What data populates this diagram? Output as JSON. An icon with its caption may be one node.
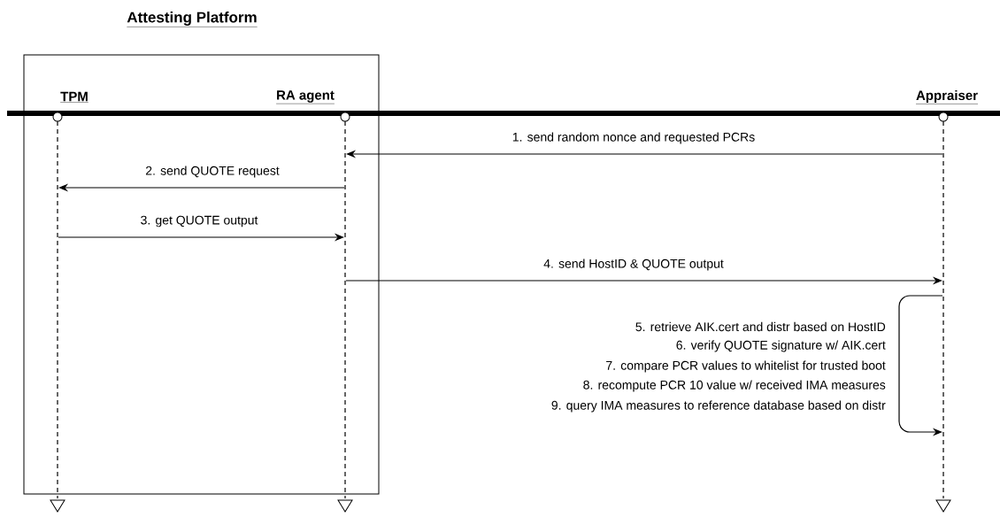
{
  "diagram": {
    "nodes": [
      {
        "text": [
          "Attesting Platform"
        ]
      },
      {
        "text": [
          "TPM"
        ],
        "in": 0
      },
      {
        "text": [
          "RA agent"
        ],
        "in": 0
      },
      {
        "text": [
          "Appraiser"
        ]
      }
    ],
    "edges": [
      {
        "from": 3,
        "to": 2,
        "arrow": "to",
        "label": "1. send random nonce and requested PCRs"
      },
      {
        "from": 2,
        "to": 1,
        "arrow": "to",
        "label": "2. send QUOTE request"
      },
      {
        "from": 1,
        "to": 2,
        "arrow": "to",
        "label": "3. get QUOTE output"
      },
      {
        "from": 2,
        "to": 3,
        "arrow": "to",
        "label": "4. send HostID & QUOTE output"
      },
      {
        "from": 3,
        "to": 3,
        "arrow": "to"
      }
    ],
    "labels": [
      "5. retrieve AIK.cert and distr based on HostID",
      "6. verify QUOTE signature w/ AIK.cert",
      "7. compare PCR values to whitelist for trusted boot",
      "8. recompute PCR 10 value w/ received IMA measures",
      "9. query IMA measures to reference database based on distr"
    ]
  }
}
